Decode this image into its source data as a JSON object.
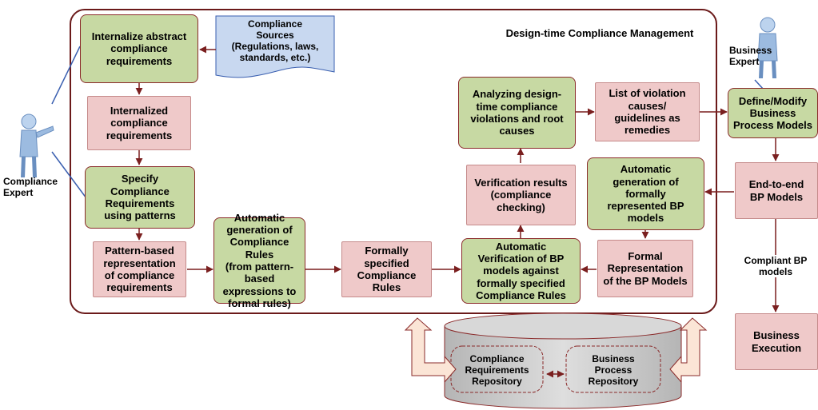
{
  "title": "Design-time Compliance Management",
  "sources": "Compliance\nSources\n(Regulations, laws,\nstandards, etc.)",
  "compliance_expert": "Compliance\nExpert",
  "business_expert": "Business\nExpert",
  "compliant_bp_models": "Compliant BP\nmodels",
  "nodes": {
    "internalize": "Internalize abstract\ncompliance\nrequirements",
    "internalized": "Internalized\ncompliance\nrequirements",
    "specify": "Specify\nCompliance\nRequirements\nusing patterns",
    "pattern_repr": "Pattern-based\nrepresentation\nof  compliance\nrequirements",
    "auto_gen_rules": "Automatic\ngeneration of\nCompliance Rules\n(from pattern-based\nexpressions to\nformal rules)",
    "formal_rules": "Formally specified\nCompliance Rules",
    "auto_verif": "Automatic\nVerification of BP\nmodels against\nformally specified\nCompliance Rules",
    "verif_results": "Verification results\n(compliance\nchecking)",
    "analyzing": "Analyzing design-\ntime compliance\nviolations and root\ncauses",
    "list_violations": "List of violation\ncauses/\nguidelines as\nremedies",
    "auto_gen_bp": "Automatic\ngeneration of\nformally\nrepresented BP\nmodels",
    "formal_repr_bp": "Formal\nRepresentation\nof the BP Models",
    "define_modify": "Define/Modify\nBusiness\nProcess Models",
    "end_to_end": "End-to-end\nBP Models",
    "business_exec": "Business\nExecution",
    "compliance_repo": "Compliance\nRequirements\nRepository",
    "bp_repo": "Business\nProcess\nRepository"
  },
  "colors": {
    "green": "#c7d9a3",
    "pink": "#efc9c9",
    "arrow": "#7a1f1f",
    "frame": "#6b1a1a",
    "doc": "#c8d8f0",
    "db": "#cccccc",
    "hollow_arrow": "#fbe5d6"
  }
}
